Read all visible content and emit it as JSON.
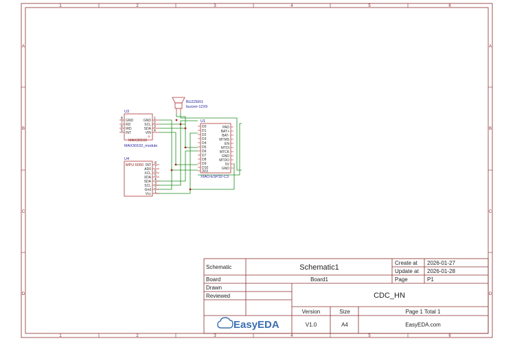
{
  "ruler": {
    "columns": [
      "1",
      "2",
      "3",
      "4",
      "5",
      "6"
    ],
    "rows": [
      "A",
      "B",
      "C",
      "D"
    ]
  },
  "components": {
    "u3": {
      "ref": "U3",
      "value": "MAX30102",
      "footprint": "MAX30102_module",
      "left_pins": [
        "GND",
        "RD",
        "IRD",
        "INT"
      ],
      "left_nums": [
        "8",
        "7",
        "6",
        "5"
      ],
      "right_pins": [
        "GND",
        "SCL",
        "SDA",
        "VIN"
      ],
      "right_nums": [
        "1",
        "2",
        "3",
        "4"
      ]
    },
    "u4": {
      "ref": "U4",
      "value": "MPU 6050",
      "pins": [
        "INT",
        "AD0",
        "XCL",
        "XDA",
        "SDA",
        "SCL",
        "Gnd",
        "Vcc"
      ],
      "nums": [
        "8",
        "7",
        "6",
        "5",
        "4",
        "3",
        "2",
        "1"
      ]
    },
    "u1": {
      "ref": "U1",
      "value": "XIAO-ESP32-C3",
      "left_pins": [
        "D0",
        "D1",
        "D2",
        "D3",
        "D4",
        "D5",
        "D6",
        "D7",
        "D8",
        "D9",
        "D10",
        "3V3"
      ],
      "right_pins": [
        "PAD",
        "BAT+",
        "BAT-",
        "MTMS",
        "EN",
        "MTDI",
        "MTCK",
        "GND",
        "MTDO",
        "5V",
        "GND"
      ]
    },
    "buzzer": {
      "ref": "BUZZER1",
      "value": "buzzer-12X9"
    }
  },
  "title_block": {
    "schematic_label": "Schematic",
    "schematic_value": "Schematic1",
    "create_label": "Create at",
    "create_value": "2026-01-27",
    "update_label": "Update at",
    "update_value": "2026-01-28",
    "board_label": "Board",
    "board_value": "Board1",
    "page_label": "Page",
    "page_value": "P1",
    "drawn_label": "Drawn",
    "reviewed_label": "Reviewed",
    "project_name": "CDC_HN",
    "version_label": "Version",
    "version_value": "V1.0",
    "size_label": "Size",
    "size_value": "A4",
    "page_total": "Page  1  Total  1",
    "logo_text": "EasyEDA",
    "site": "EasyEDA.com"
  },
  "colors": {
    "border": "#8a2a2a",
    "component": "#b03030",
    "wire": "#1a8a1a",
    "junction": "#b02020",
    "ref": "#1a1a9c",
    "logo": "#3a6fb0"
  }
}
